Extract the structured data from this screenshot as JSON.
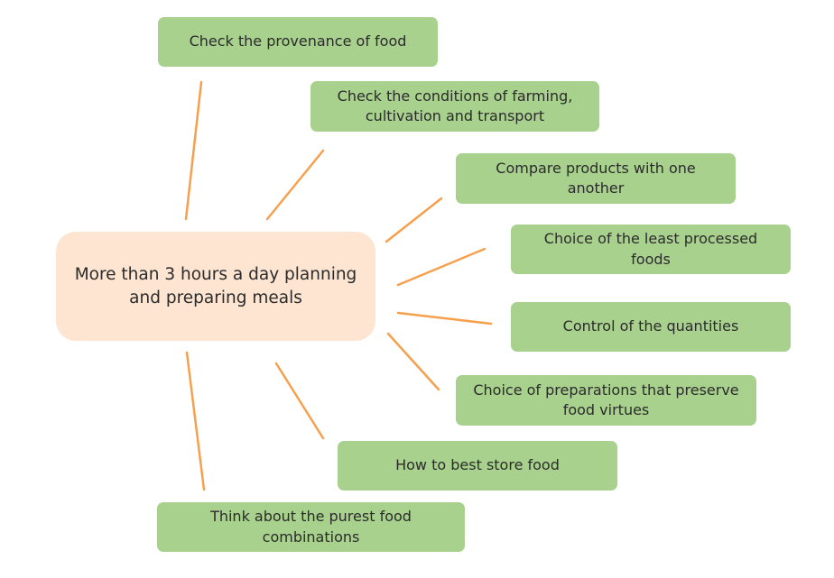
{
  "center": {
    "text": "More than 3 hours a day planning and preparing meals",
    "fill": "#fde5d2"
  },
  "branches": [
    {
      "text": "Check the provenance of food"
    },
    {
      "text": "Check the conditions of farming, cultivation and transport"
    },
    {
      "text": "Compare products with one another"
    },
    {
      "text": "Choice of the least processed foods"
    },
    {
      "text": "Control of the quantities"
    },
    {
      "text": "Choice of preparations that preserve food virtues"
    },
    {
      "text": "How to best store food"
    },
    {
      "text": "Think about the purest food combinations"
    }
  ],
  "colors": {
    "branch_fill": "#a9d18e",
    "connector": "#f6a04e"
  }
}
